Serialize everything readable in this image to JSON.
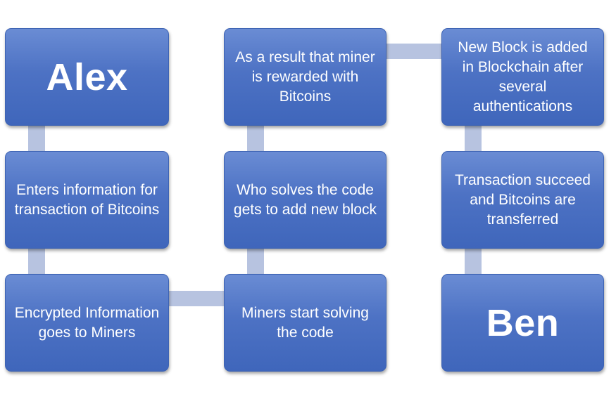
{
  "nodes": {
    "alex": "Alex",
    "enters_info": "Enters information for transaction of Bitcoins",
    "encrypted_info": "Encrypted Information goes to Miners",
    "miners_start": "Miners start solving the code",
    "who_solves": "Who solves the code gets to add new block",
    "miner_rewarded": "As a result that miner is rewarded with Bitcoins",
    "new_block": "New Block is added in Blockchain after several authentications",
    "transaction_succeed": "Transaction succeed and Bitcoins are transferred",
    "ben": "Ben"
  }
}
